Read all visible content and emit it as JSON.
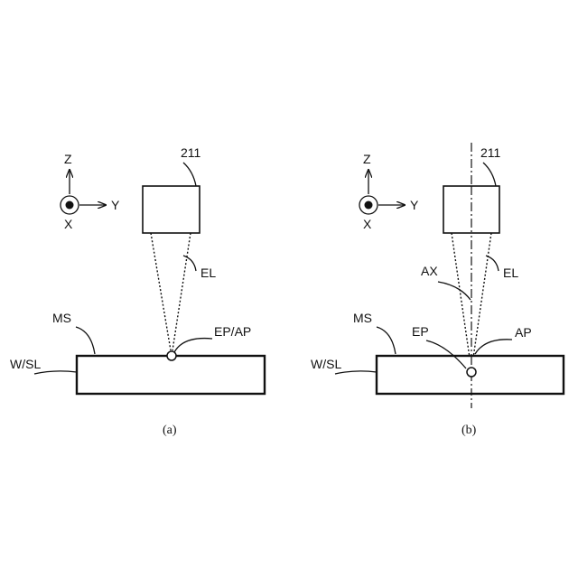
{
  "axes_symbol": {
    "z": "Z",
    "y": "Y",
    "x": "X"
  },
  "panel_a": {
    "device": "211",
    "beam": "EL",
    "surface": "MS",
    "sample": "W/SL",
    "point": "EP/AP",
    "caption": "(a)"
  },
  "panel_b": {
    "device": "211",
    "beam": "EL",
    "axis": "AX",
    "surface": "MS",
    "sample": "W/SL",
    "point_ep": "EP",
    "point_ap": "AP",
    "caption": "(b)"
  }
}
